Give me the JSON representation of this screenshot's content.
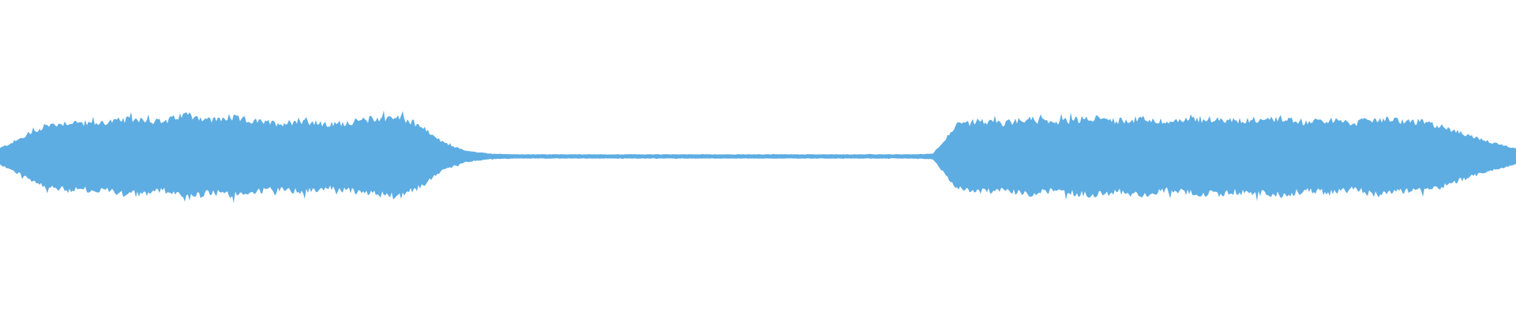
{
  "waveform": {
    "color": "#5DADE2",
    "background": "#FFFFFF",
    "amplitude_envelope": [
      0.12,
      0.28,
      0.45,
      0.5,
      0.48,
      0.52,
      0.55,
      0.5,
      0.62,
      0.53,
      0.56,
      0.51,
      0.48,
      0.52,
      0.46,
      0.5,
      0.55,
      0.58,
      0.45,
      0.2,
      0.08,
      0.04,
      0.03,
      0.03,
      0.03,
      0.03,
      0.03,
      0.03,
      0.03,
      0.03,
      0.03,
      0.03,
      0.03,
      0.03,
      0.03,
      0.03,
      0.03,
      0.03,
      0.03,
      0.03,
      0.04,
      0.45,
      0.52,
      0.48,
      0.55,
      0.5,
      0.53,
      0.56,
      0.52,
      0.55,
      0.5,
      0.53,
      0.55,
      0.52,
      0.54,
      0.56,
      0.5,
      0.53,
      0.48,
      0.55,
      0.52,
      0.5,
      0.42,
      0.3,
      0.2,
      0.12
    ]
  }
}
